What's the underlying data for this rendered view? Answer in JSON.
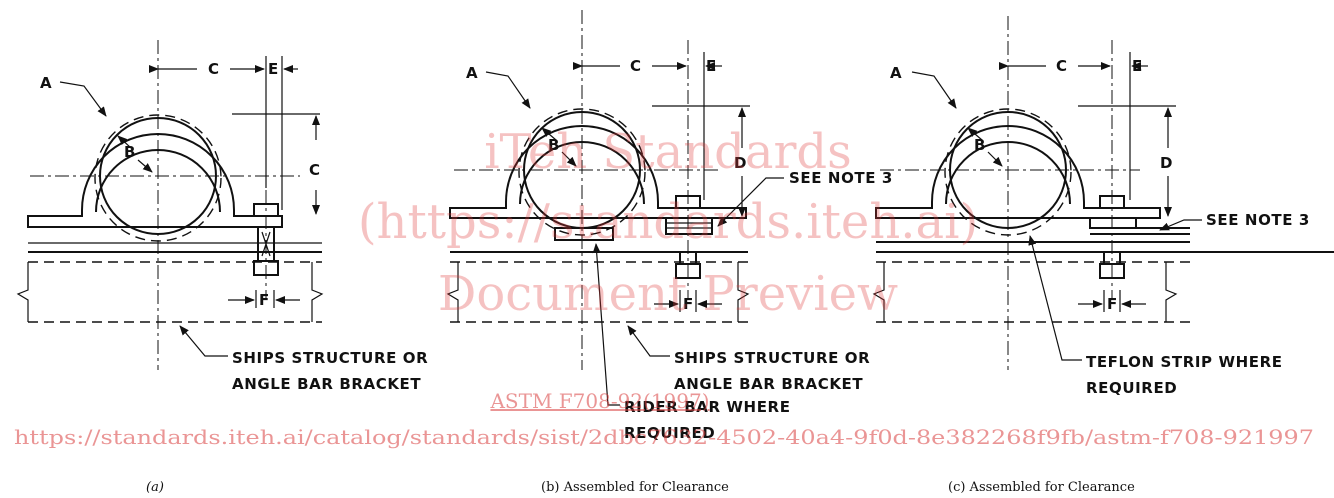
{
  "watermark": {
    "line1": "iTeh Standards",
    "line2": "(https://standards.iteh.ai)",
    "line3": "Document Preview",
    "standard": "ASTM F708-92(1997)",
    "url": "https://standards.iteh.ai/catalog/standards/sist/2dbc7632-4502-40a4-9f0d-8e382268f9fb/astm-f708-921997"
  },
  "diagrams": {
    "a": {
      "label_a": "A",
      "label_b": "B",
      "label_c_top": "C",
      "label_e": "E",
      "label_c_side": "C",
      "label_f": "F",
      "note": [
        "SHIPS STRUCTURE OR",
        "ANGLE BAR BRACKET"
      ],
      "caption": "(a)"
    },
    "b": {
      "label_a": "A",
      "label_b": "B",
      "label_c_top": "C",
      "label_e": "E",
      "label_d": "D",
      "label_f": "F",
      "see_note": "SEE NOTE 3",
      "note_structure": [
        "SHIPS STRUCTURE OR",
        "ANGLE BAR BRACKET"
      ],
      "note_rider": [
        "RIDER BAR WHERE",
        "REQUIRED"
      ],
      "caption": "(b) Assembled for Clearance"
    },
    "c": {
      "label_a": "A",
      "label_b": "B",
      "label_c_top": "C",
      "label_e": "E",
      "label_d": "D",
      "label_f": "F",
      "see_note": "SEE NOTE 3",
      "note_teflon": [
        "TEFLON STRIP WHERE",
        "REQUIRED"
      ],
      "caption": "(c) Assembled for Clearance"
    }
  }
}
